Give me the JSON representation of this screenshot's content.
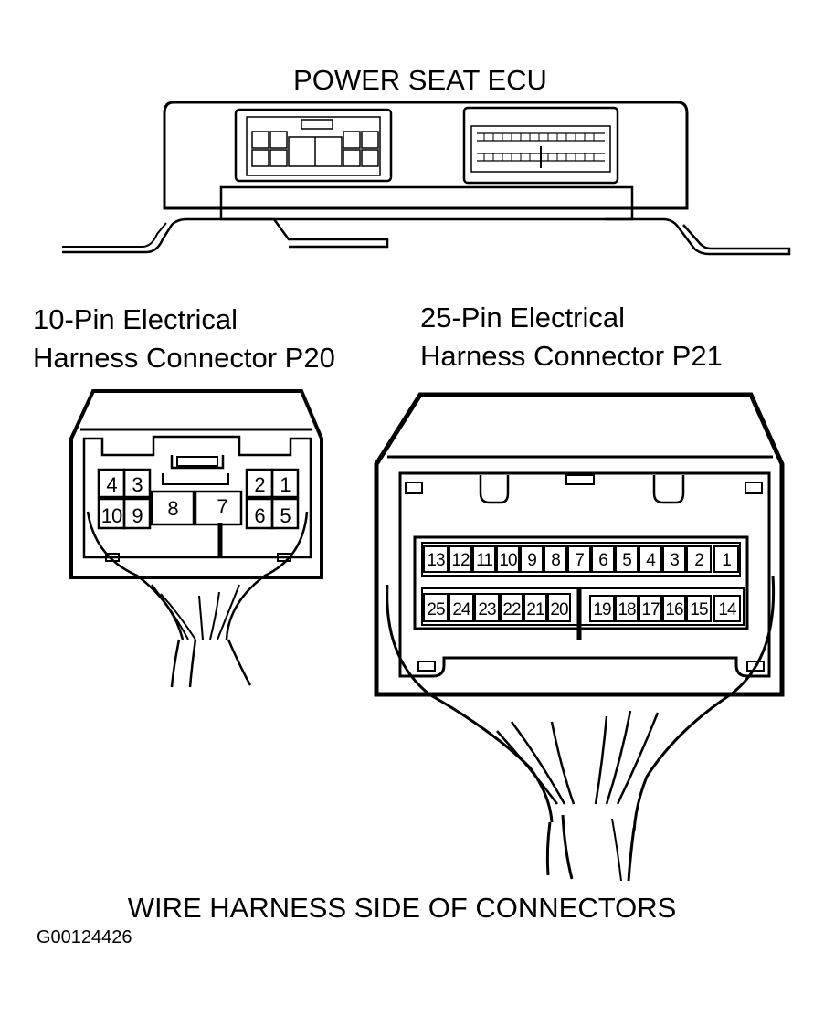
{
  "title": "POWER SEAT ECU",
  "connector_p20": {
    "label_line1": "10-Pin Electrical",
    "label_line2": "Harness Connector P20",
    "pins": [
      "4",
      "3",
      "2",
      "1",
      "10",
      "9",
      "8",
      "7",
      "6",
      "5"
    ]
  },
  "connector_p21": {
    "label_line1": "25-Pin Electrical",
    "label_line2": "Harness Connector P21",
    "pins": [
      "13",
      "12",
      "11",
      "10",
      "9",
      "8",
      "7",
      "6",
      "5",
      "4",
      "3",
      "2",
      "1",
      "25",
      "24",
      "23",
      "22",
      "21",
      "20",
      "19",
      "18",
      "17",
      "16",
      "15",
      "14"
    ]
  },
  "footer": "WIRE HARNESS SIDE OF CONNECTORS",
  "figure_id": "G00124426"
}
